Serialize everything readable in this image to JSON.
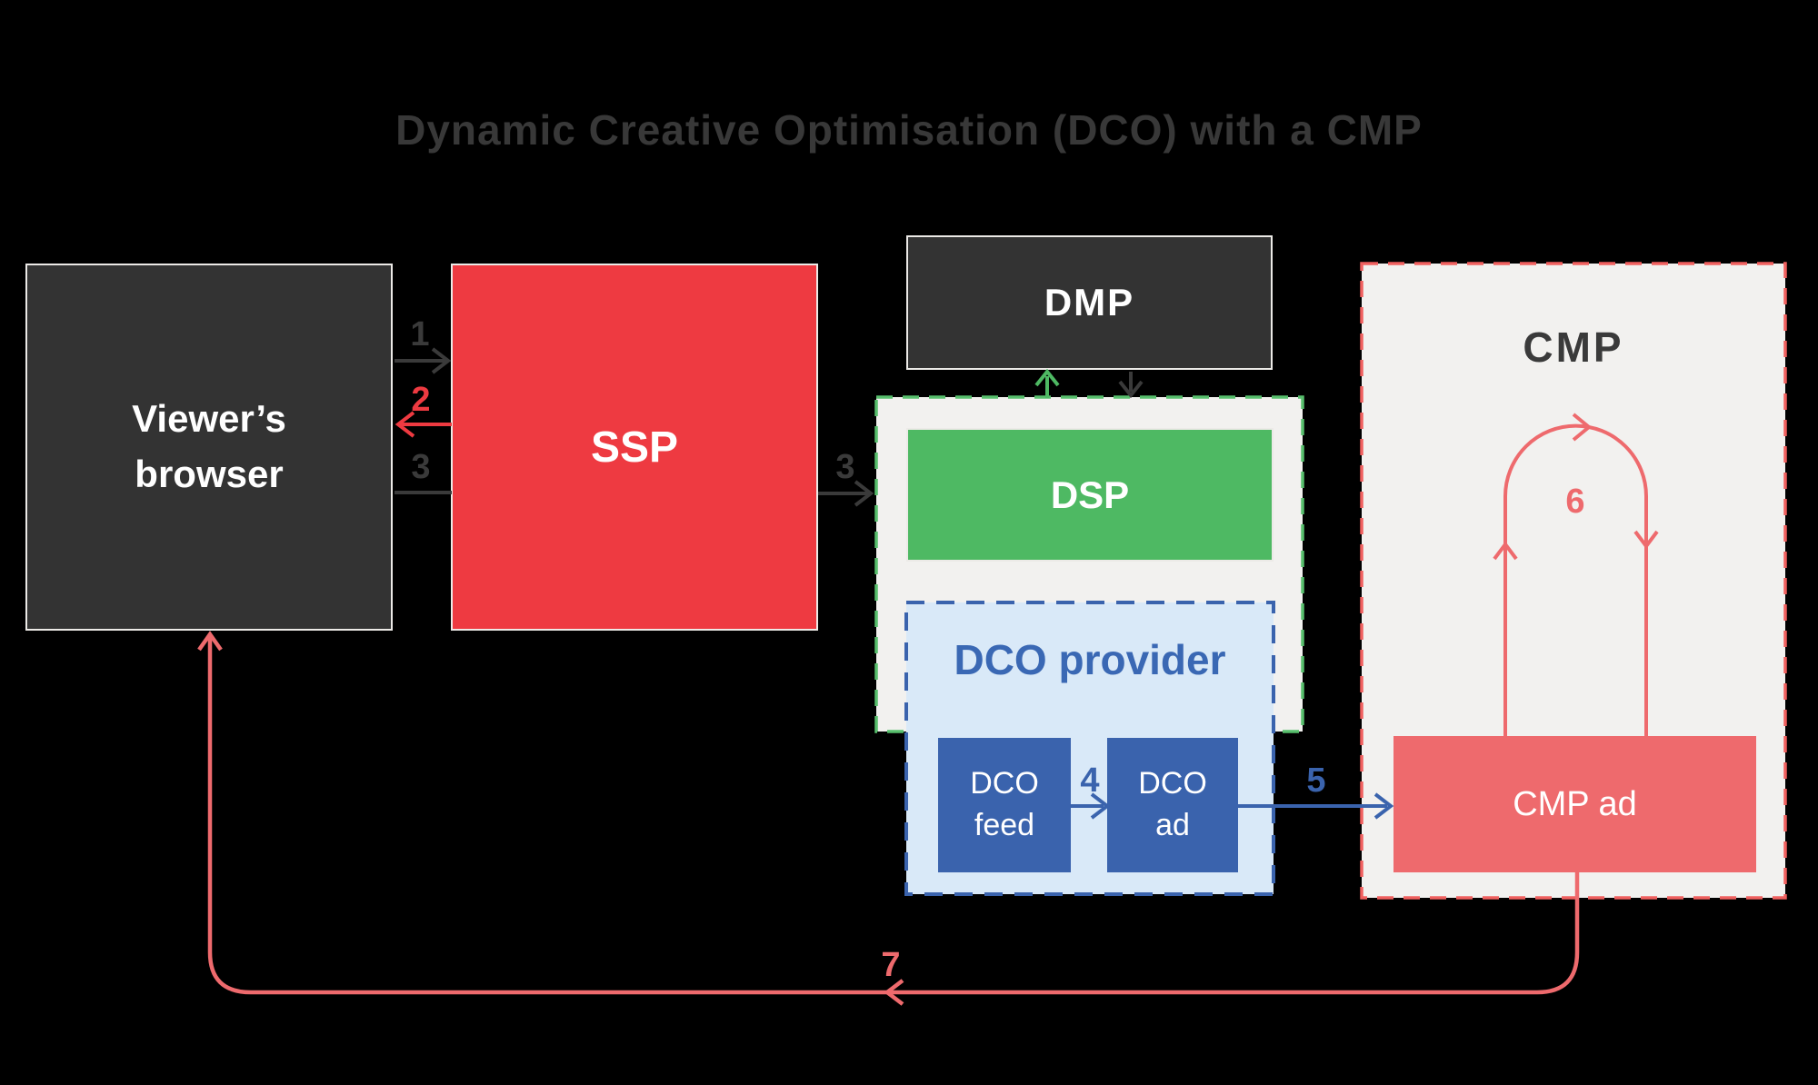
{
  "title": "Dynamic Creative Optimisation (DCO) with a CMP",
  "colors": {
    "background": "#000000",
    "title_color": "#383838",
    "dark_box": "#333333",
    "box_border": "#eceae7",
    "red": "#ee3a41",
    "salmon": "#ee6a6d",
    "salmon_border": "#f0605f",
    "green": "#4eb963",
    "green_border": "#58bf6d",
    "blue": "#3a63ad",
    "light_blue": "#d9e9f8",
    "container_fill": "#f2f1ef",
    "text_dark": "#3a3a3a",
    "label_blue": "#3a68b4",
    "arrow_dark": "#3a3a3a",
    "white": "#ffffff"
  },
  "nodes": {
    "viewer_browser": {
      "label": "Viewer’s\nbrowser"
    },
    "ssp": {
      "label": "SSP"
    },
    "dmp": {
      "label": "DMP"
    },
    "dsp": {
      "label": "DSP"
    },
    "dco_provider": {
      "label": "DCO provider"
    },
    "dco_feed": {
      "label": "DCO\nfeed"
    },
    "dco_ad": {
      "label": "DCO\nad"
    },
    "cmp": {
      "label": "CMP"
    },
    "cmp_ad": {
      "label": "CMP ad"
    }
  },
  "steps": {
    "step1": "1",
    "step2": "2",
    "step3_left": "3",
    "step3_right": "3",
    "step4": "4",
    "step5": "5",
    "step6": "6",
    "step7": "7"
  }
}
